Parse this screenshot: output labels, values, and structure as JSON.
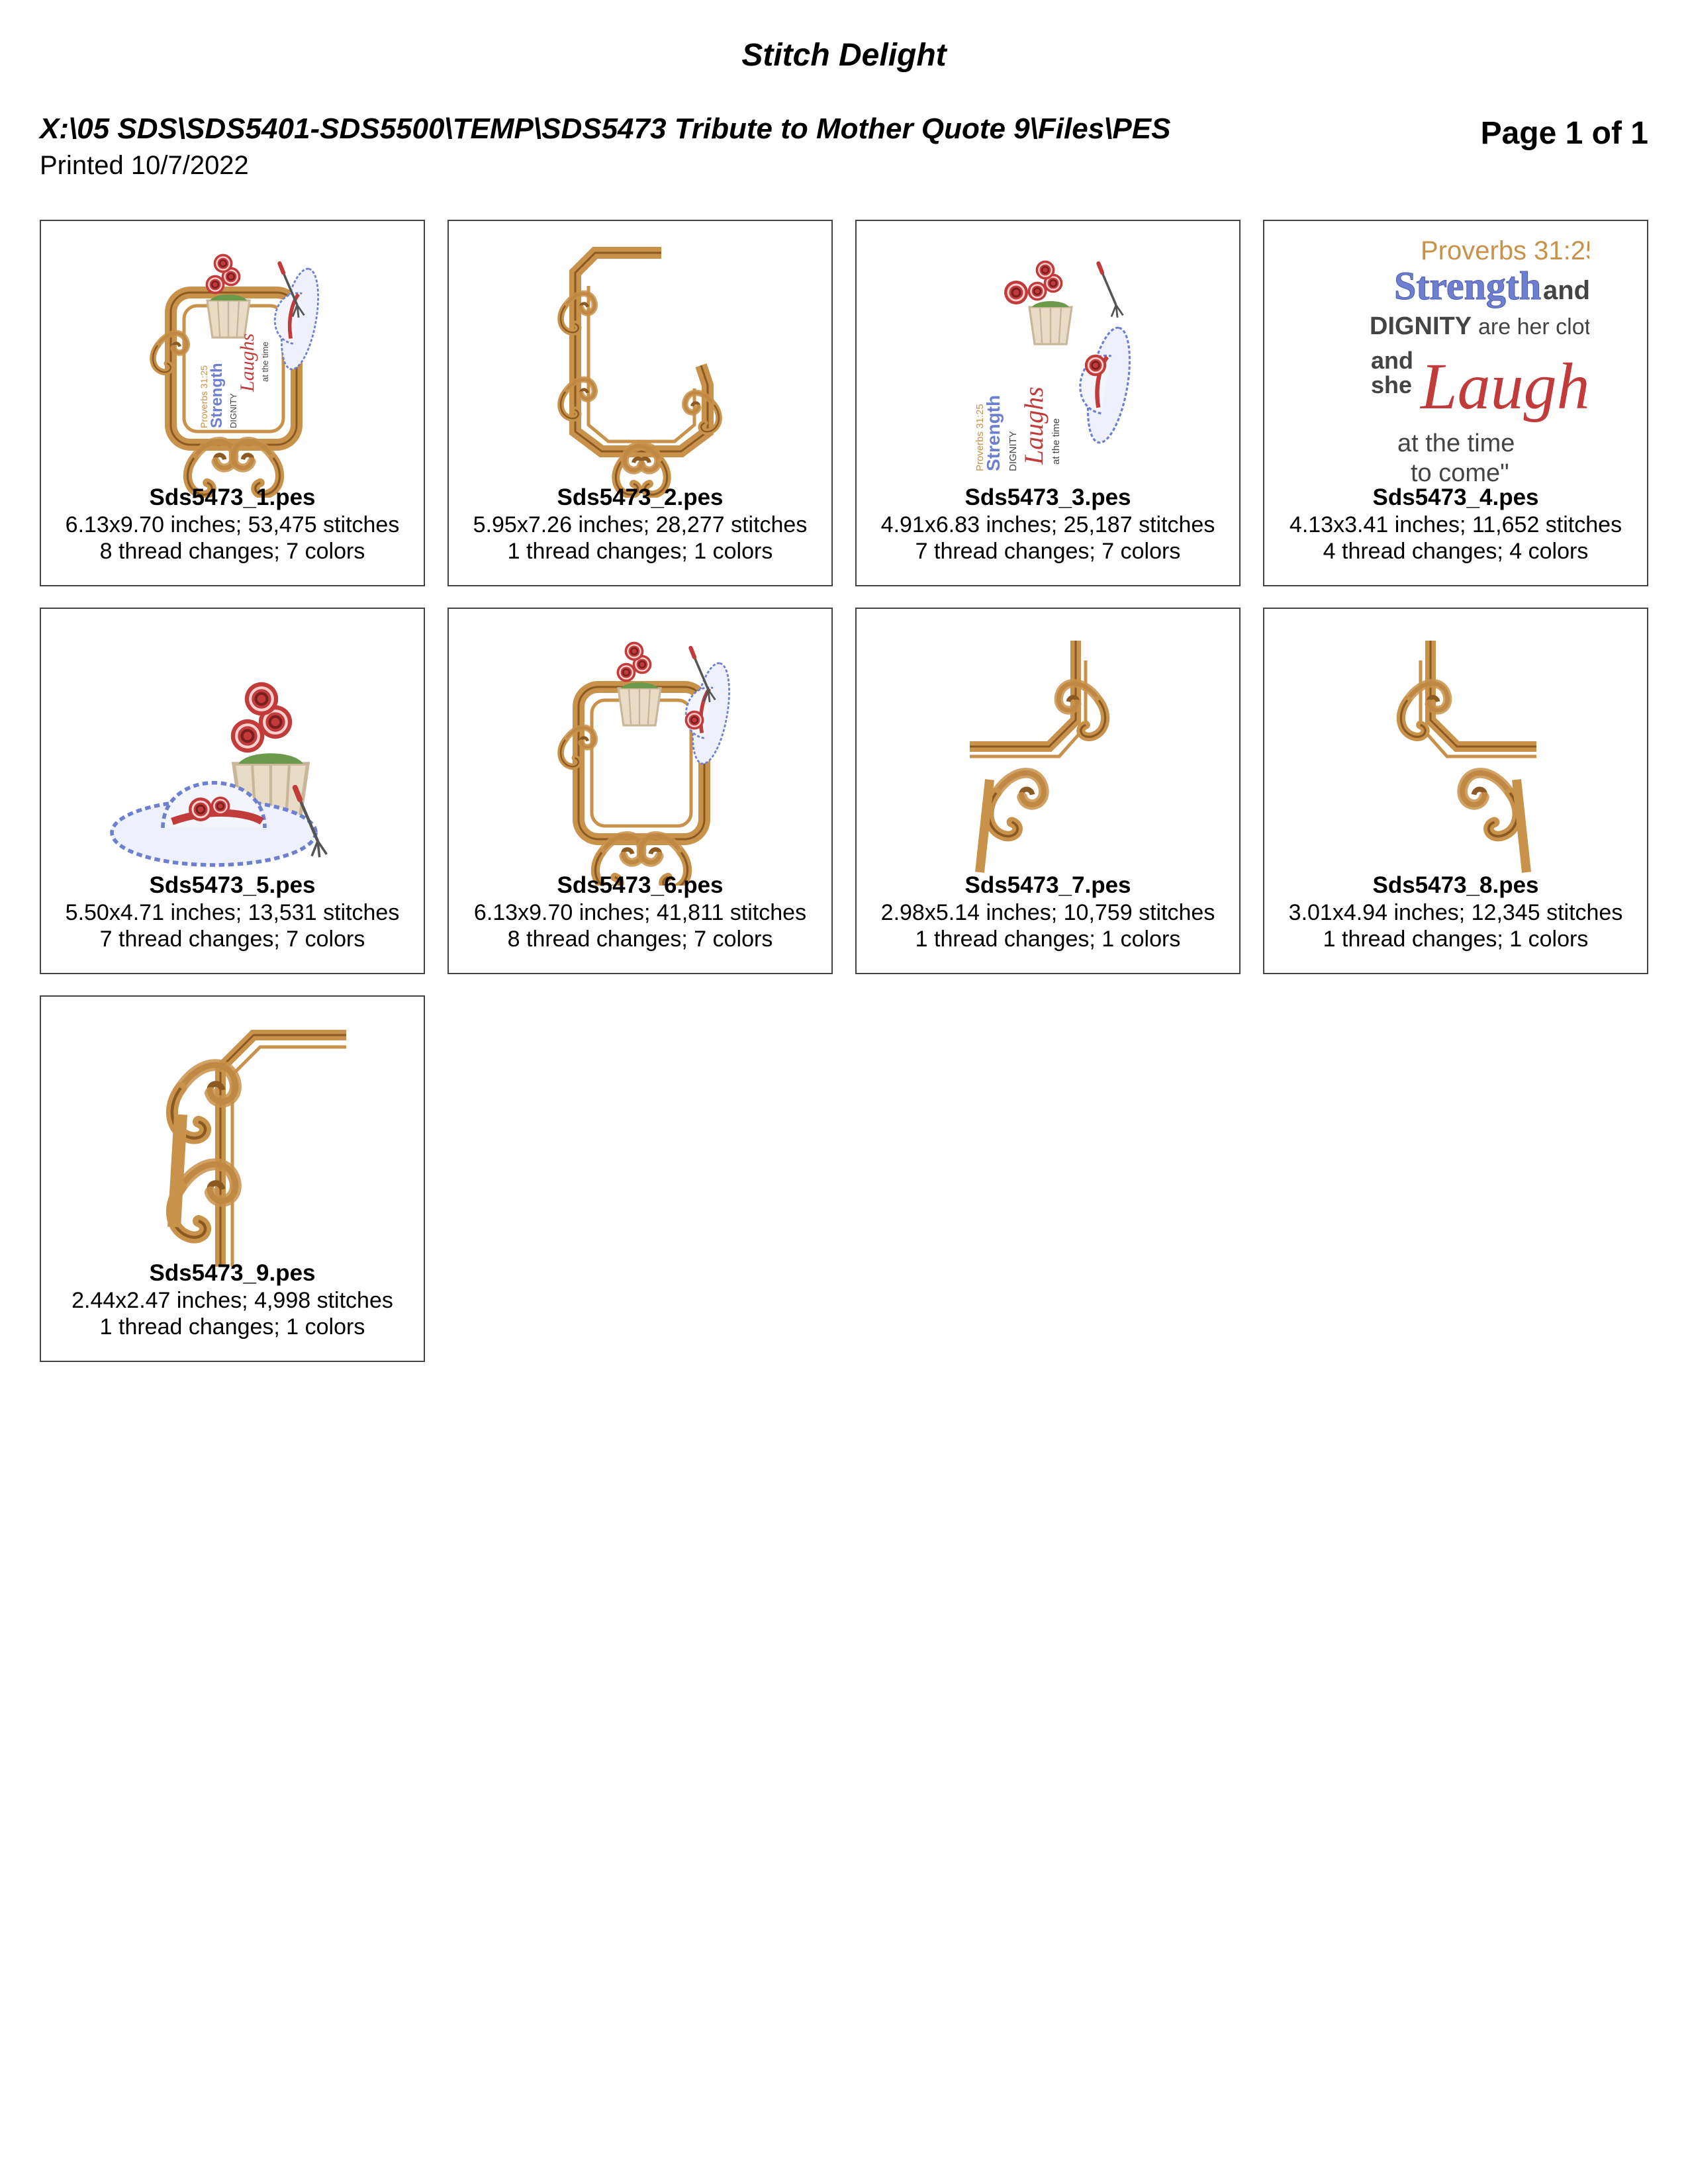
{
  "header": {
    "company": "Stitch Delight",
    "path": "X:\\05 SDS\\SDS5401-SDS5500\\TEMP\\SDS5473 Tribute to Mother Quote 9\\Files\\PES",
    "page": "Page 1 of 1",
    "printed": "Printed 10/7/2022"
  },
  "designs": [
    {
      "name": "Sds5473_1.pes",
      "size_stitches": "6.13x9.70 inches; 53,475 stitches",
      "threads": "8 thread changes; 7 colors"
    },
    {
      "name": "Sds5473_2.pes",
      "size_stitches": "5.95x7.26 inches; 28,277 stitches",
      "threads": "1 thread changes; 1 colors"
    },
    {
      "name": "Sds5473_3.pes",
      "size_stitches": "4.91x6.83 inches; 25,187 stitches",
      "threads": "7 thread changes; 7 colors"
    },
    {
      "name": "Sds5473_4.pes",
      "size_stitches": "4.13x3.41 inches; 11,652 stitches",
      "threads": "4 thread changes; 4 colors"
    },
    {
      "name": "Sds5473_5.pes",
      "size_stitches": "5.50x4.71 inches; 13,531 stitches",
      "threads": "7 thread changes; 7 colors"
    },
    {
      "name": "Sds5473_6.pes",
      "size_stitches": "6.13x9.70 inches; 41,811 stitches",
      "threads": "8 thread changes; 7 colors"
    },
    {
      "name": "Sds5473_7.pes",
      "size_stitches": "2.98x5.14 inches; 10,759 stitches",
      "threads": "1 thread changes; 1 colors"
    },
    {
      "name": "Sds5473_8.pes",
      "size_stitches": "3.01x4.94 inches; 12,345 stitches",
      "threads": "1 thread changes; 1 colors"
    },
    {
      "name": "Sds5473_9.pes",
      "size_stitches": "2.44x2.47 inches; 4,998 stitches",
      "threads": "1 thread changes; 1 colors"
    }
  ],
  "quote": {
    "ref": "Proverbs 31:25",
    "w1": "Strength",
    "w2": "and",
    "w3": "DIGNITY",
    "w4": "are her clothing",
    "w5": "and",
    "w6": "she",
    "w7": "Laughs",
    "w8": "at the time",
    "w9": "to come\""
  },
  "colors": {
    "gold": "#C8924A",
    "gold_dark": "#8A5A22",
    "red": "#C23B3B",
    "blue": "#6F7FD0",
    "gray": "#444444",
    "green": "#6B9A4A",
    "tan": "#C9B79A"
  }
}
